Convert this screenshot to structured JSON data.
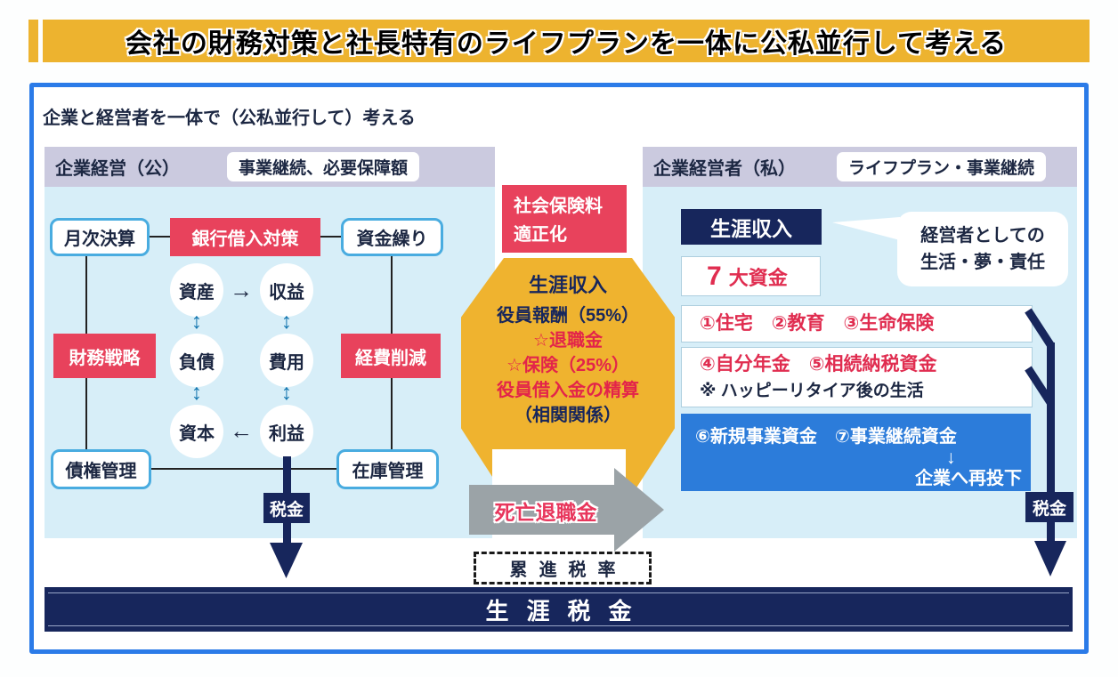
{
  "title": "会社の財務対策と社長特有のライフプランを一体に公私並行して考える",
  "subtitle": "企業と経営者を一体で（公私並行して）考える",
  "left": {
    "header": "企業経営（公）",
    "header_badge": "事業継続、必要保障額",
    "nodes": {
      "monthly": "月次決算",
      "bank": "銀行借入対策",
      "cash": "資金繰り",
      "finance_strategy": "財務戦略",
      "cost_cut": "経費削減",
      "receivables": "債権管理",
      "inventory": "在庫管理"
    },
    "circles": {
      "assets": "資産",
      "revenue": "収益",
      "debt": "負債",
      "expense": "費用",
      "capital": "資本",
      "profit": "利益"
    },
    "glyphs": {
      "right_arrow": "→",
      "left_arrow": "←",
      "updown_arrow": "↕"
    },
    "tax_label": "税金"
  },
  "center": {
    "social_insurance_line1": "社会保険料",
    "social_insurance_line2": "適正化",
    "hexagon": [
      {
        "text": "生涯収入",
        "color": "navy"
      },
      {
        "text": "役員報酬（55%）",
        "color": "navy"
      },
      {
        "text": "☆退職金",
        "color": "red"
      },
      {
        "text": "☆保険（25%）",
        "color": "red"
      },
      {
        "text": "役員借入金の精算",
        "color": "red"
      },
      {
        "text": "（相関関係）",
        "color": "navy"
      }
    ],
    "death_benefit": "死亡退職金",
    "progressive_tax": "累進税率"
  },
  "right": {
    "header": "企業経営者（私）",
    "header_badge": "ライフプラン・事業継続",
    "lifetime_income": "生涯収入",
    "bubble_line1": "経営者としての",
    "bubble_line2": "生活・夢・責任",
    "seven_funds_number": "7",
    "seven_funds_label": "大資金",
    "funds_1_3": "①住宅　②教育　③生命保険",
    "funds_4_5": "④自分年金　⑤相続納税資金",
    "funds_note": "※ ハッピーリタイア後の生活",
    "funds_6_7": "⑥新規事業資金　⑦事業継続資金",
    "reinvest_arrow": "↓",
    "reinvest": "企業へ再投下",
    "tax_label": "税金"
  },
  "bottom": {
    "lifetime_tax": "生涯税金"
  },
  "colors": {
    "gold": "#edb32f",
    "red_box": "#e8425c",
    "red_text": "#e02d50",
    "navy": "#17265c",
    "frame_blue": "#2b7be8",
    "mid_blue": "#2c7cda",
    "panel_blue": "#d7eef8",
    "lavender": "#cbcadf",
    "node_border": "#49ace0",
    "gray_arrow": "#9ba3a7"
  }
}
